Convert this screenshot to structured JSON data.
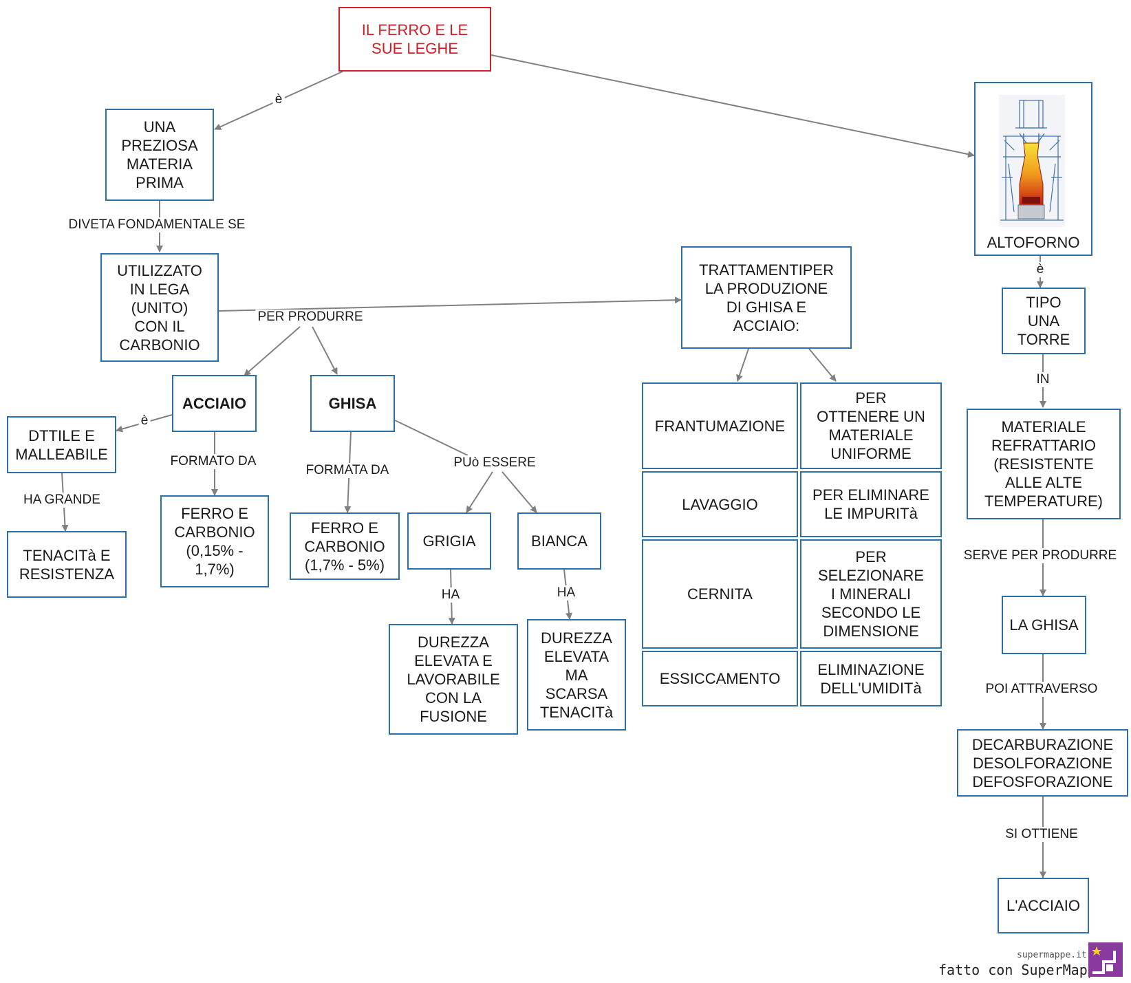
{
  "nodes": {
    "root": "IL FERRO E LE\nSUE LEGHE",
    "materia": "UNA\nPREZIOSA\nMATERIA\nPRIMA",
    "lega": "UTILIZZATO\nIN LEGA\n(UNITO)\nCON IL\nCARBONIO",
    "acciaio": "ACCIAIO",
    "ghisa": "GHISA",
    "duttile": "DTTILE E\nMALLEABILE",
    "tenacita": "TENACITà E\nRESISTENZA",
    "ferro_acc": "FERRO E\nCARBONIO\n(0,15% -\n1,7%)",
    "ferro_gh": "FERRO E\nCARBONIO\n(1,7% - 5%)",
    "grigia": "GRIGIA",
    "bianca": "BIANCA",
    "dur_grigia": "DUREZZA\nELEVATA E\nLAVORABILE\nCON LA\nFUSIONE",
    "dur_bianca": "DUREZZA\nELEVATA\nMA\nSCARSA\nTENACITà",
    "trattamenti": "TRATTAMENTIPER\nLA PRODUZIONE\nDI GHISA E\nACCIAIO:",
    "frantumazione": "FRANTUMAZIONE",
    "uniforme": "PER\nOTTENERE UN\nMATERIALE\nUNIFORME",
    "lavaggio": "LAVAGGIO",
    "impurita": "PER ELIMINARE\nLE IMPURITà",
    "cernita": "CERNITA",
    "selezionare": "PER\nSELEZIONARE\nI MINERALI\nSECONDO LE\nDIMENSIONE",
    "essiccamento": "ESSICCAMENTO",
    "umidita": "ELIMINAZIONE\nDELL'UMIDITà",
    "altoforno": "ALTOFORNO",
    "torre": "TIPO\nUNA\nTORRE",
    "refrattario": "MATERIALE\nREFRATTARIO\n(RESISTENTE\nALLE ALTE\nTEMPERATURE)",
    "la_ghisa": "LA GHISA",
    "decarb": "DECARBURAZIONE\nDESOLFORAZIONE\nDEFOSFORAZIONE",
    "l_acciaio": "L'ACCIAIO"
  },
  "labels": {
    "e1": "è",
    "diveta": "DIVETA FONDAMENTALE SE",
    "per_produrre": "PER PRODURRE",
    "e2": "è",
    "formato_da": "FORMATO DA",
    "ha_grande": "HA GRANDE",
    "formata_da": "FORMATA DA",
    "puo_essere": "PUò ESSERE",
    "ha1": "HA",
    "ha2": "HA",
    "e3": "è",
    "in": "IN",
    "serve": "SERVE PER PRODURRE",
    "poi": "POI ATTRAVERSO",
    "si_ottiene": "SI OTTIENE"
  },
  "colors": {
    "node_border": "#2f6fa8",
    "root": "#d31e25",
    "edge": "#808080"
  },
  "footer": {
    "site": "supermappe.it",
    "made_with": "fatto con SuperMappe"
  }
}
